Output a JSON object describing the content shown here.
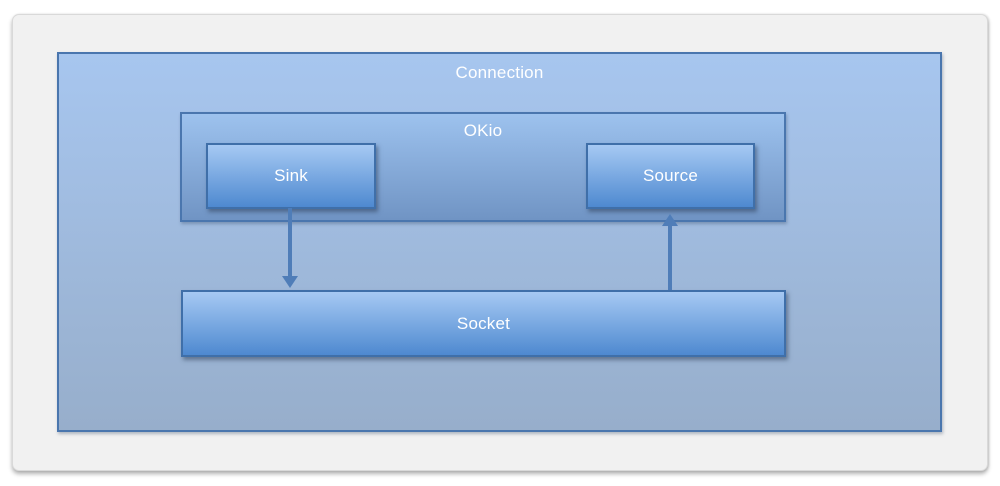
{
  "diagram": {
    "type": "nested-block-diagram",
    "nodes": {
      "connection": {
        "label": "Connection",
        "role": "outer-container"
      },
      "okio": {
        "label": "OKio",
        "role": "inner-container",
        "parent": "connection"
      },
      "sink": {
        "label": "Sink",
        "role": "node",
        "parent": "okio"
      },
      "source": {
        "label": "Source",
        "role": "node",
        "parent": "okio"
      },
      "socket": {
        "label": "Socket",
        "role": "node",
        "parent": "connection"
      }
    },
    "edges": [
      {
        "from": "sink",
        "to": "socket",
        "direction": "down",
        "style": "arrow"
      },
      {
        "from": "socket",
        "to": "source",
        "direction": "up",
        "style": "arrow"
      }
    ]
  },
  "colors": {
    "canvas_bg": "#ffffff",
    "slide_bg": "#f1f1f1",
    "slide_border": "#d9d9d9",
    "connection_top": "#a7c6ef",
    "connection_bottom": "#97aecb",
    "okio_top": "#9dc2ee",
    "okio_bottom": "#7094c4",
    "node_top": "#a6c9f3",
    "node_bottom": "#4e89d0",
    "container_border": "#4a76ae",
    "node_border": "#3f6fa9",
    "arrow_color": "#4f7db8",
    "label_color": "#ffffff"
  }
}
